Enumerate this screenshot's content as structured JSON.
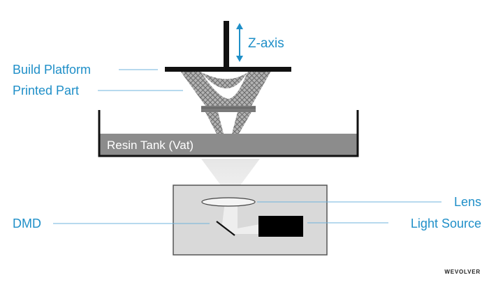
{
  "labels": {
    "z_axis": "Z-axis",
    "build_platform": "Build Platform",
    "printed_part": "Printed Part",
    "resin_tank": "Resin Tank (Vat)",
    "lens": "Lens",
    "dmd": "DMD",
    "light_source": "Light Source"
  },
  "brand": "WEVOLVER",
  "colors": {
    "label_blue": "#1f8fc8",
    "leader_blue": "#6fb3dc",
    "structure": "#111111",
    "resin": "#8c8c8c",
    "projector_box": "#d9d9d9",
    "part_gray": "#9a9a9a"
  }
}
